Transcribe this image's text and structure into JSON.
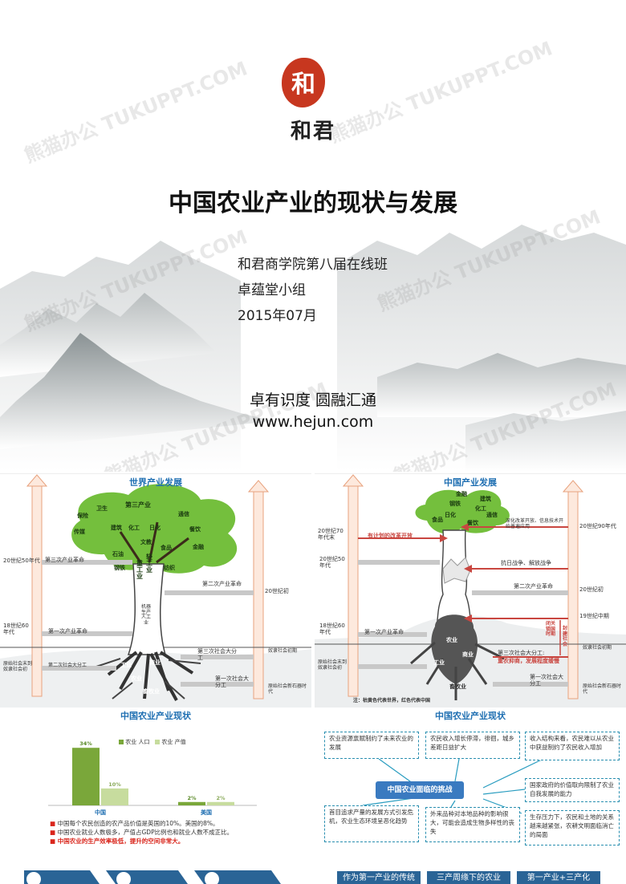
{
  "cover": {
    "logo_glyph": "和",
    "brand": "和君",
    "title": "中国农业产业的现状与发展",
    "info_lines": [
      "和君商学院第八届在线班",
      "卓蕴堂小组",
      "2015年07月"
    ],
    "motto": "卓有识度  圆融汇通",
    "website": "www.hejun.com",
    "watermark": "熊猫办公 TUKUPPT.COM"
  },
  "world": {
    "title": "世界产业发展",
    "canopy_title": "第三产业",
    "canopy_words": [
      "卫生",
      "保险",
      "通信",
      "传媒",
      "建筑",
      "化工",
      "日化",
      "餐饮",
      "文教",
      "食品",
      "金融",
      "石油",
      "钢铁",
      "纺织"
    ],
    "trunk_words": [
      "轻工业",
      "重工业",
      "机器生产人工业"
    ],
    "root_words": [
      "工业",
      "商业",
      "农业",
      "畜牧业"
    ],
    "left_labels": [
      "20世纪50年代",
      "第三次产业革命",
      "18世纪60年代",
      "第一次产业革命",
      "第二次社会大分工",
      "原始社会末到奴隶社会初"
    ],
    "right_labels": [
      "第二次产业革命",
      "20世纪初",
      "奴隶社会初期",
      "第三次社会大分工",
      "第一次社会大分工",
      "原始社会新石器时代"
    ]
  },
  "china": {
    "title": "中国产业发展",
    "canopy_words": [
      "金融",
      "钢铁",
      "建筑",
      "日化",
      "通信",
      "食品",
      "餐饮",
      "化工"
    ],
    "root_words": [
      "农业",
      "工业",
      "畜牧业",
      "商业"
    ],
    "left_labels": [
      "20世纪70年代末",
      "有计划的改革开放",
      "20世纪50年代",
      "第一次产业革命",
      "18世纪60年代",
      "原始社会末到奴隶社会初"
    ],
    "right_labels": [
      "深化改革开放、信息技术开始普遍应用",
      "20世纪90年代",
      "抗日战争、解放战争",
      "第二次产业革命",
      "20世纪初",
      "19世纪中期",
      "闭关锁国时期",
      "封建社会",
      "第三次社会大分工:",
      "重农抑商，发展程度缓慢",
      "第一次社会大分工",
      "原始社会新石器时代",
      "奴隶社会初期"
    ],
    "note": "注：枯黄色代表世界，红色代表中国"
  },
  "status": {
    "title": "中国农业产业现状",
    "legend": [
      "农业 人口",
      "农业 产值"
    ],
    "colors": {
      "population": "#7aa73a",
      "output": "#c7dc9e"
    },
    "bullets": [
      "中国每个农民创造的农产品价值是英国的10%。美国的8%。",
      "中国农业就业人数极多，产值占GDP比例也和就业人数不成正比。",
      "中国农业的生产效率极低，提升的空间非常大。"
    ],
    "bottom_labels": [
      "",
      "",
      ""
    ]
  },
  "chart_data": {
    "type": "bar",
    "categories": [
      "中国",
      "美国"
    ],
    "series": [
      {
        "name": "农业 人口",
        "values": [
          34,
          2
        ]
      },
      {
        "name": "农业 产值",
        "values": [
          10,
          2
        ]
      }
    ],
    "value_labels": [
      [
        "34%",
        "2%"
      ],
      [
        "10%",
        "2%"
      ]
    ],
    "ylim": [
      0,
      36
    ]
  },
  "challenges": {
    "title": "中国农业产业现状",
    "center": "中国农业面临的挑战",
    "boxes": [
      "农业资源禀赋制约了未来农业的发展",
      "农民收入增长停滞，徘徊，城乡差距日益扩大",
      "收入结构来看，农民难以从农业中获益制约了农民收入增加",
      "国家政府的价值取向限制了农业自我发展的能力",
      "首目追求产量的发展方式引发危机，农业生态环境呈恶化趋势",
      "外来品种对本地品种的影响很大，可能会造成生物多样性的丧失",
      "生存压力下，农民和土地的关系越来越紧张，农耕文明面临消亡的局面"
    ],
    "bottom_tabs": [
      "作为第一产业的传统",
      "三产周缘下的农业",
      "第一产业+三产化"
    ]
  }
}
